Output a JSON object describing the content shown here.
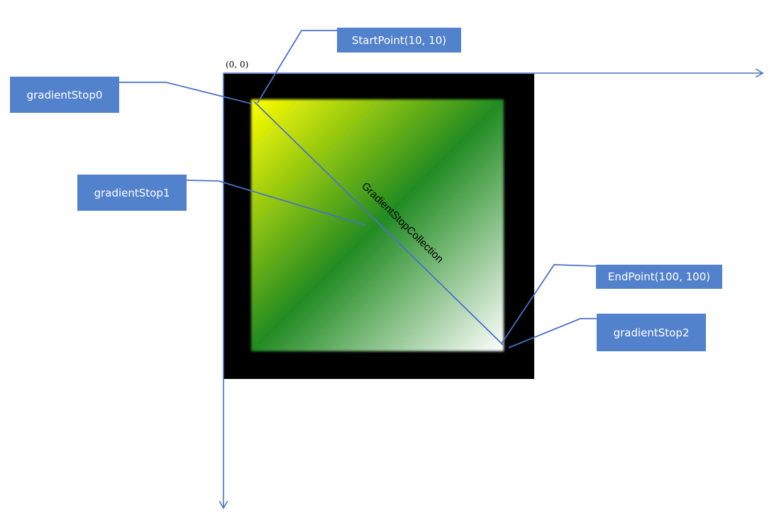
{
  "origin_label": "(0, 0)",
  "diagonal_label": "GradientStopCollection",
  "callouts": {
    "gradient_stop0": "gradientStop0",
    "gradient_stop1": "gradientStop1",
    "gradient_stop2": "gradientStop2",
    "start_point": "StartPoint(10, 10)",
    "end_point": "EndPoint(100, 100)"
  },
  "colors": {
    "callout_fill": "#5382cc",
    "line": "#4a72c4",
    "canvas": "#000000",
    "stop0": "#ffff00",
    "stop1": "#228b22",
    "stop2": "#ffffff"
  }
}
